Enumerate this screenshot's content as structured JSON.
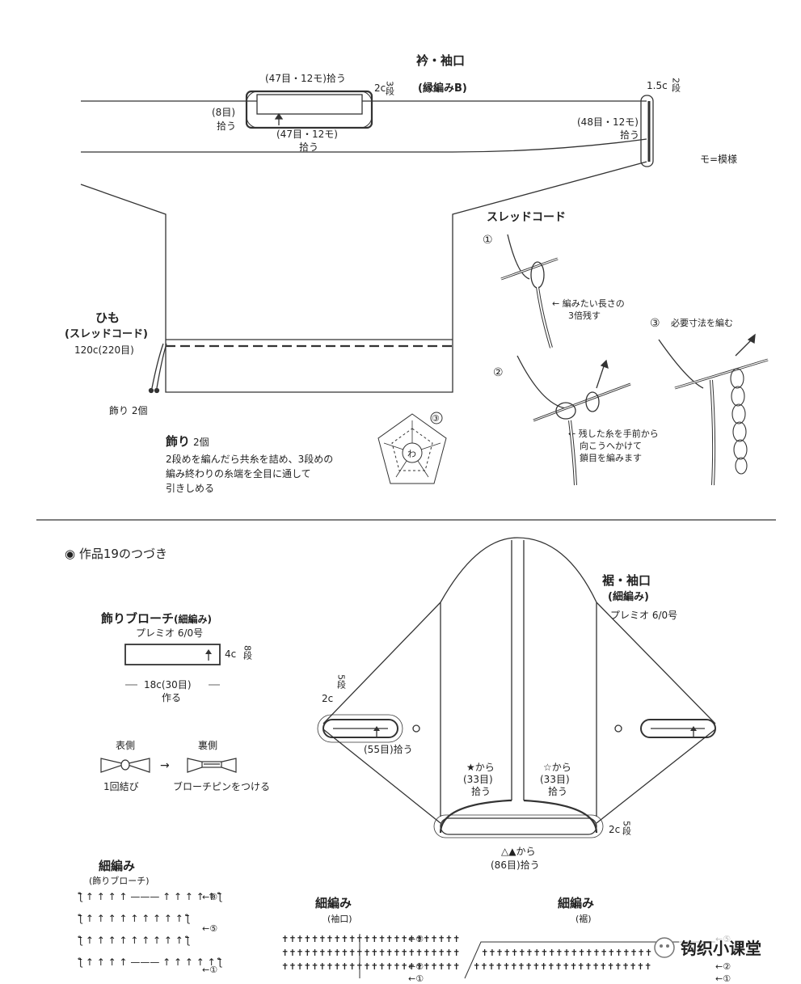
{
  "top": {
    "collar_title": "衿・袖口",
    "collar_sub": "(縁編みB)",
    "collar_pick_top": "(47目・12モ)拾う",
    "collar_2c": "2c",
    "collar_3dan": "3段",
    "collar_8me": "(8目)",
    "collar_8me_pick": "拾う",
    "collar_pick_bottom": "(47目・12モ)",
    "collar_pick_bottom2": "拾う",
    "sleeve_15c": "1.5c",
    "sleeve_2dan": "2段",
    "sleeve_48": "(48目・12モ)",
    "sleeve_48_pick": "拾う",
    "mo_note": "モ=模様",
    "himo_title": "ひも",
    "himo_sub": "(スレッドコード)",
    "himo_len": "120c(220目)",
    "kazari_2": "飾り 2個",
    "kazari_title": "飾り",
    "kazari_count": "2個",
    "kazari_desc": [
      "2段めを編んだら共糸を詰め、3段めの",
      "編み終わりの糸端を全目に通して",
      "引きしめる"
    ],
    "motif_wa": "わ",
    "motif_3": "③",
    "thread_title": "スレッドコード",
    "step1": "①",
    "step1_note": [
      "← 編みたい長さの",
      "3倍残す"
    ],
    "step2": "②",
    "step2_note": [
      "← 残した糸を手前から",
      "向こうへかけて",
      "鎖目を編みます"
    ],
    "step3": "③",
    "step3_note": "必要寸法を編む"
  },
  "bottom": {
    "section_title": "◉ 作品19のつづき",
    "brooch_title": "飾りブローチ",
    "brooch_title_sub": "(細編み)",
    "brooch_yarn": "プレミオ 6/0号",
    "brooch_4c": "4c",
    "brooch_8dan": "8段",
    "brooch_18c": "18c(30目)",
    "brooch_make": "作る",
    "front": "表側",
    "back": "裏側",
    "arrow": "→",
    "tie_once": "1回結び",
    "attach_pin": "ブローチピンをつける",
    "hem_title": "裾・袖口",
    "hem_sub": "(細編み)",
    "hem_yarn": "プレミオ 6/0号",
    "hem_5dan": "5段",
    "hem_2c": "2c",
    "hem_55": "(55目)拾う",
    "star_black_from": "★から",
    "star_white_from": "☆から",
    "hem_33a": "(33目)",
    "hem_33b": "(33目)",
    "pick_a": "拾う",
    "pick_b": "拾う",
    "hem_2c_b": "2c",
    "hem_5dan_b": "5段",
    "tri_from": "△▲から",
    "hem_86": "(86目)拾う",
    "sc_title_1": "細編み",
    "sc_sub_1": "(飾りブローチ)",
    "sc_title_2": "細編み",
    "sc_sub_2": "(袖口)",
    "sc_title_3": "細編み",
    "sc_sub_3": "(裾)",
    "row8": "←⑧",
    "row5": "←⑤",
    "row1": "←①",
    "row2": "←②",
    "watermark": "钩织小课堂"
  }
}
